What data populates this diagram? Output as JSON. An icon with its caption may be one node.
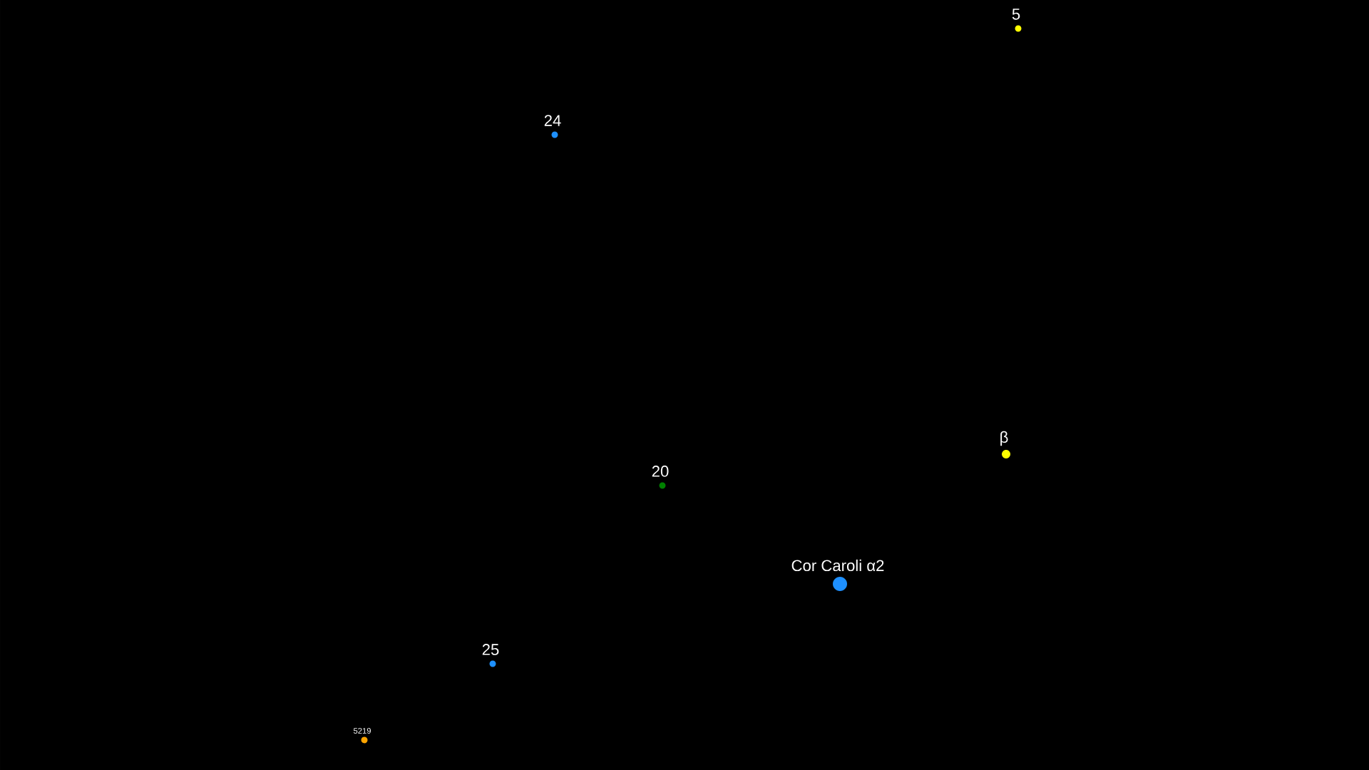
{
  "diagram": {
    "nodes": [
      {
        "text": [
          "5"
        ]
      },
      {
        "text": [
          "24"
        ]
      },
      {
        "text": [
          "β"
        ]
      },
      {
        "text": [
          "20"
        ]
      },
      {
        "text": [
          "Cor Caroli α2"
        ]
      },
      {
        "text": [
          "25"
        ]
      },
      {
        "text": [
          "5219"
        ]
      }
    ],
    "edges": []
  }
}
